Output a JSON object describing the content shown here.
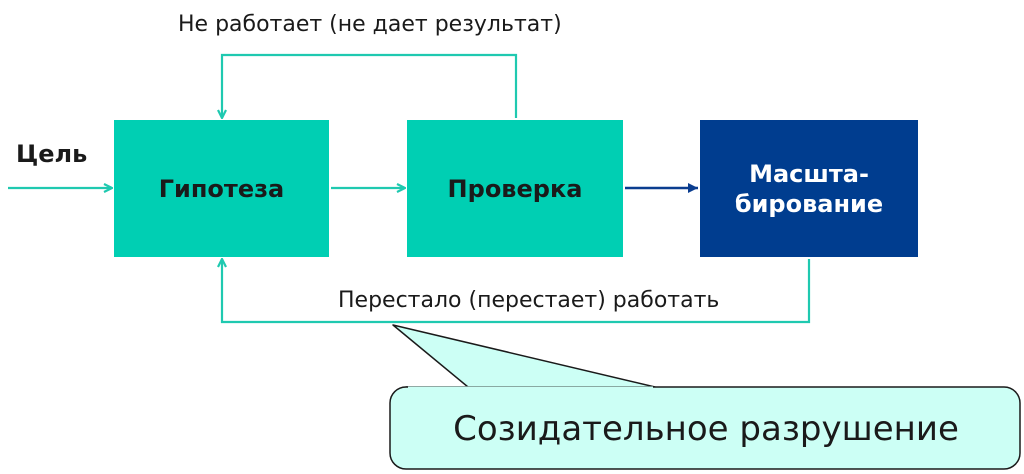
{
  "diagram": {
    "goal_label": "Цель",
    "top_loop_label": "Не работает (не дает результат)",
    "bottom_loop_label": "Перестало (перестает) работать",
    "boxes": {
      "hypothesis": "Гипотеза",
      "test": "Проверка",
      "scaling_line1": "Масшта-",
      "scaling_line2": "бирование"
    },
    "callout": "Созидательное разрушение"
  },
  "colors": {
    "teal": "#00cfb3",
    "navy": "#003d8f",
    "callout_fill": "#ccfff5",
    "line_teal": "#1fc9b0"
  }
}
